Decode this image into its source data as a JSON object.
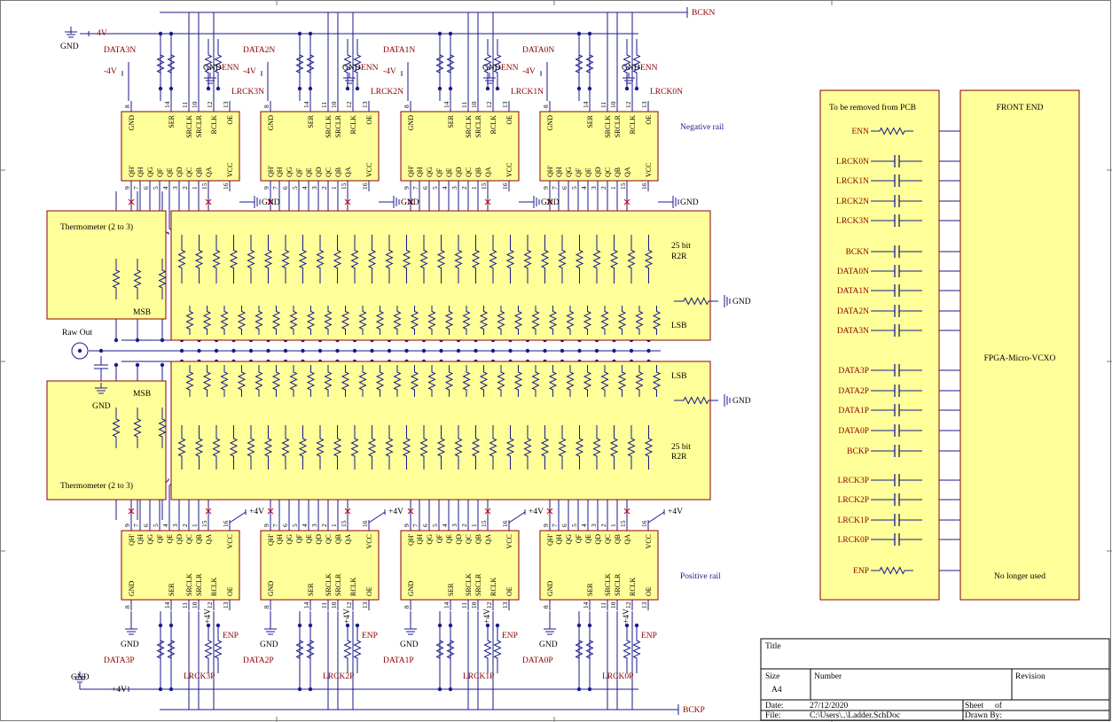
{
  "colors": {
    "wire": "#1a1a8c",
    "block_fill": "#ffff99",
    "block_stroke": "#8b0000",
    "net_label": "#8b0000",
    "text": "#1a1a8c",
    "border": "#7a7a7a"
  },
  "nets": {
    "bckn": "BCKN",
    "bckp": "BCKP",
    "gnd": "GND",
    "neg4v": "-4V",
    "pos4v": "+4V",
    "enn": "ENN",
    "enp": "ENP"
  },
  "rails": {
    "negative": "Negative rail",
    "positive": "Positive rail"
  },
  "shift_registers": {
    "top_pins": [
      "GND",
      "SER",
      "SRCLK",
      "SRCLR",
      "RCLK",
      "OE"
    ],
    "top_pin_numbers": [
      "8",
      "14",
      "11",
      "10",
      "12",
      "13"
    ],
    "bottom_pins": [
      "QH'",
      "QH",
      "QG",
      "QF",
      "QE",
      "QD",
      "QC",
      "QB",
      "QA",
      "VCC"
    ],
    "bottom_pin_numbers": [
      "9",
      "7",
      "6",
      "5",
      "4",
      "3",
      "2",
      "1",
      "15",
      "16"
    ],
    "negative": [
      {
        "data": "DATA3N",
        "lrck": "LRCK3N"
      },
      {
        "data": "DATA2N",
        "lrck": "LRCK2N"
      },
      {
        "data": "DATA1N",
        "lrck": "LRCK1N"
      },
      {
        "data": "DATA0N",
        "lrck": "LRCK0N"
      }
    ],
    "positive": [
      {
        "data": "DATA3P",
        "lrck": "LRCK3P"
      },
      {
        "data": "DATA2P",
        "lrck": "LRCK2P"
      },
      {
        "data": "DATA1P",
        "lrck": "LRCK1P"
      },
      {
        "data": "DATA0P",
        "lrck": "LRCK0P"
      }
    ]
  },
  "thermometer": {
    "label": "Thermometer (2 to 3)",
    "msb": "MSB"
  },
  "r2r": {
    "label_line1": "25 bit",
    "label_line2": "R2R",
    "lsb": "LSB"
  },
  "raw_out": "Raw Out",
  "pcb_block": {
    "title": "To be removed from PCB",
    "ports": [
      "ENN",
      "LRCK0N",
      "LRCK1N",
      "LRCK2N",
      "LRCK3N",
      "BCKN",
      "DATA0N",
      "DATA1N",
      "DATA2N",
      "DATA3N",
      "DATA3P",
      "DATA2P",
      "DATA1P",
      "DATA0P",
      "BCKP",
      "LRCK3P",
      "LRCK2P",
      "LRCK1P",
      "LRCK0P",
      "ENP"
    ]
  },
  "front_end": {
    "title": "FRONT END",
    "name": "FPGA-Micro-VCXO",
    "note": "No longer used"
  },
  "title_block": {
    "title_label": "Title",
    "size_label": "Size",
    "size_value": "A4",
    "number_label": "Number",
    "revision_label": "Revision",
    "date_label": "Date:",
    "date_value": "27/12/2020",
    "file_label": "File:",
    "file_value": "C:\\Users\\..\\Ladder.SchDoc",
    "sheet_label": "Sheet",
    "of_label": "of",
    "drawn_by_label": "Drawn By:"
  }
}
